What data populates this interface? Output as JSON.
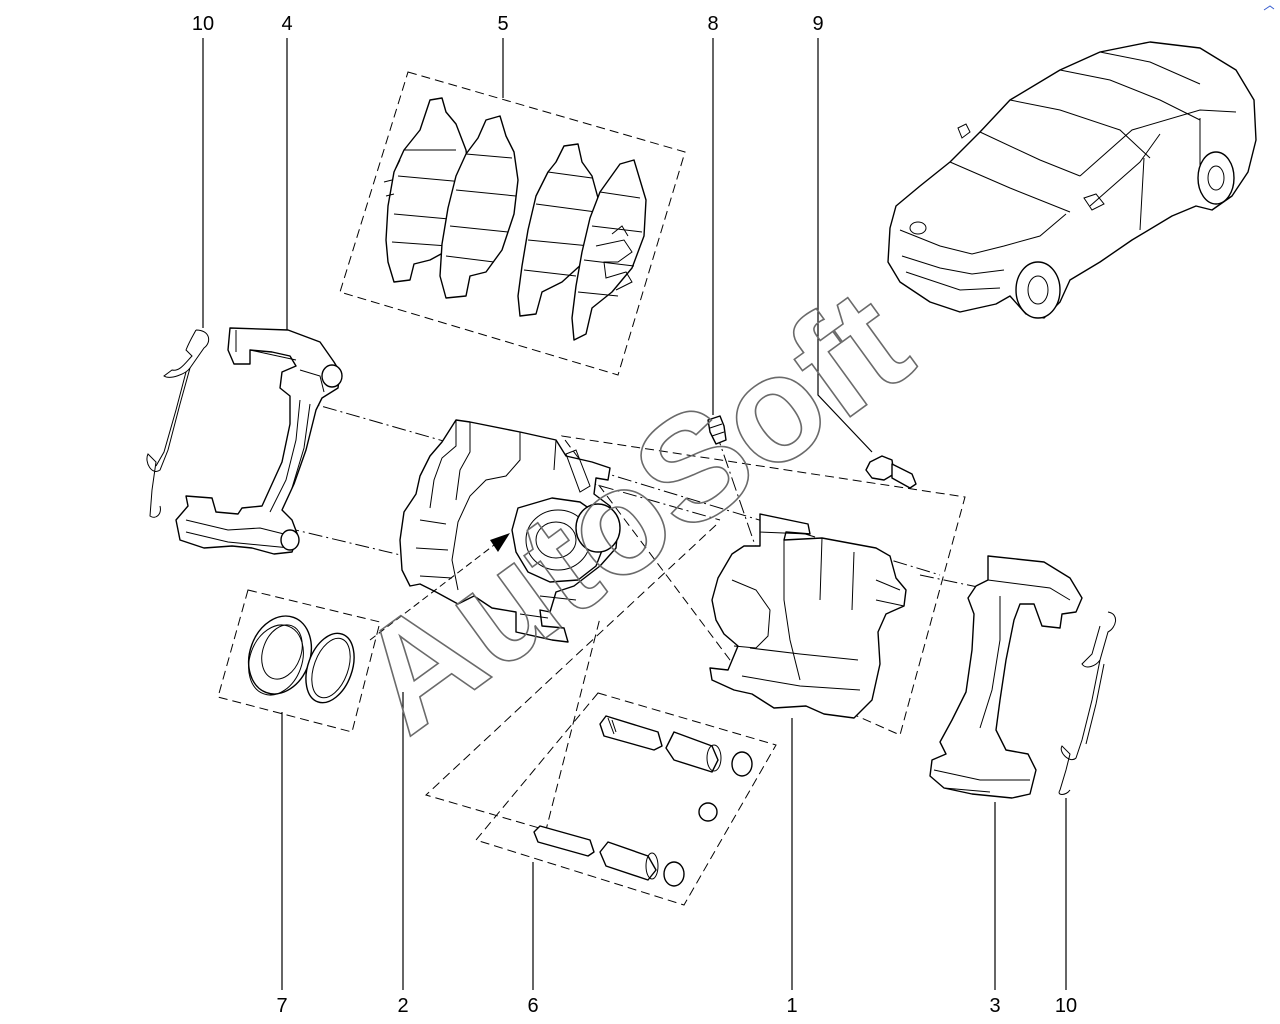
{
  "callouts": {
    "c10_left": "10",
    "c4": "4",
    "c5": "5",
    "c8": "8",
    "c9": "9",
    "c7": "7",
    "c2": "2",
    "c6": "6",
    "c1": "1",
    "c3": "3",
    "c10_right": "10"
  },
  "watermark": "AutoSoft"
}
